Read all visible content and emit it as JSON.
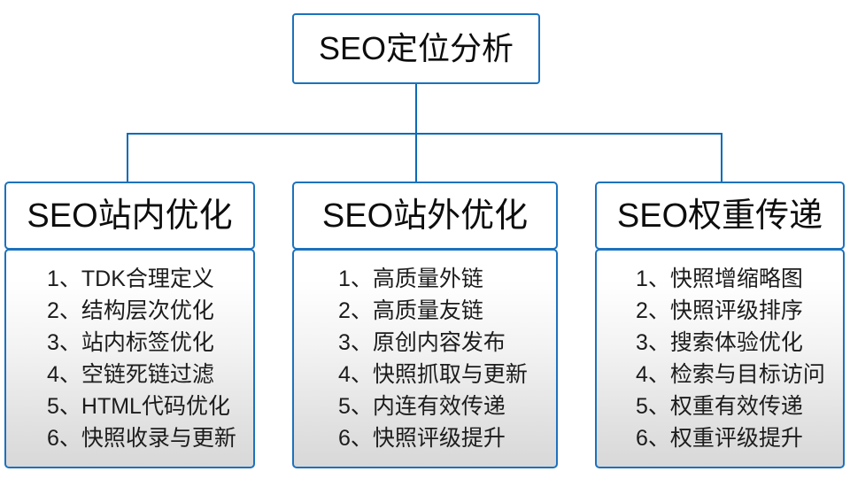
{
  "diagram": {
    "root": {
      "label": "SEO定位分析"
    },
    "branches": [
      {
        "title": "SEO站内优化",
        "items": [
          "1、TDK合理定义",
          "2、结构层次优化",
          "3、站内标签优化",
          "4、空链死链过滤",
          "5、HTML代码优化",
          "6、快照收录与更新"
        ]
      },
      {
        "title": "SEO站外优化",
        "items": [
          "1、高质量外链",
          "2、高质量友链",
          "3、原创内容发布",
          "4、快照抓取与更新",
          "5、内连有效传递",
          "6、快照评级提升"
        ]
      },
      {
        "title": "SEO权重传递",
        "items": [
          "1、快照增缩略图",
          "2、快照评级排序",
          "3、搜索体验优化",
          "4、检索与目标访问",
          "5、权重有效传递",
          "6、权重评级提升"
        ]
      }
    ],
    "colors": {
      "border": "#1b72bd",
      "connector": "#0b6ab8",
      "text": "#1c1c1c",
      "background": "#ffffff",
      "panel_gradient_bottom": "#d8d8d8"
    }
  }
}
